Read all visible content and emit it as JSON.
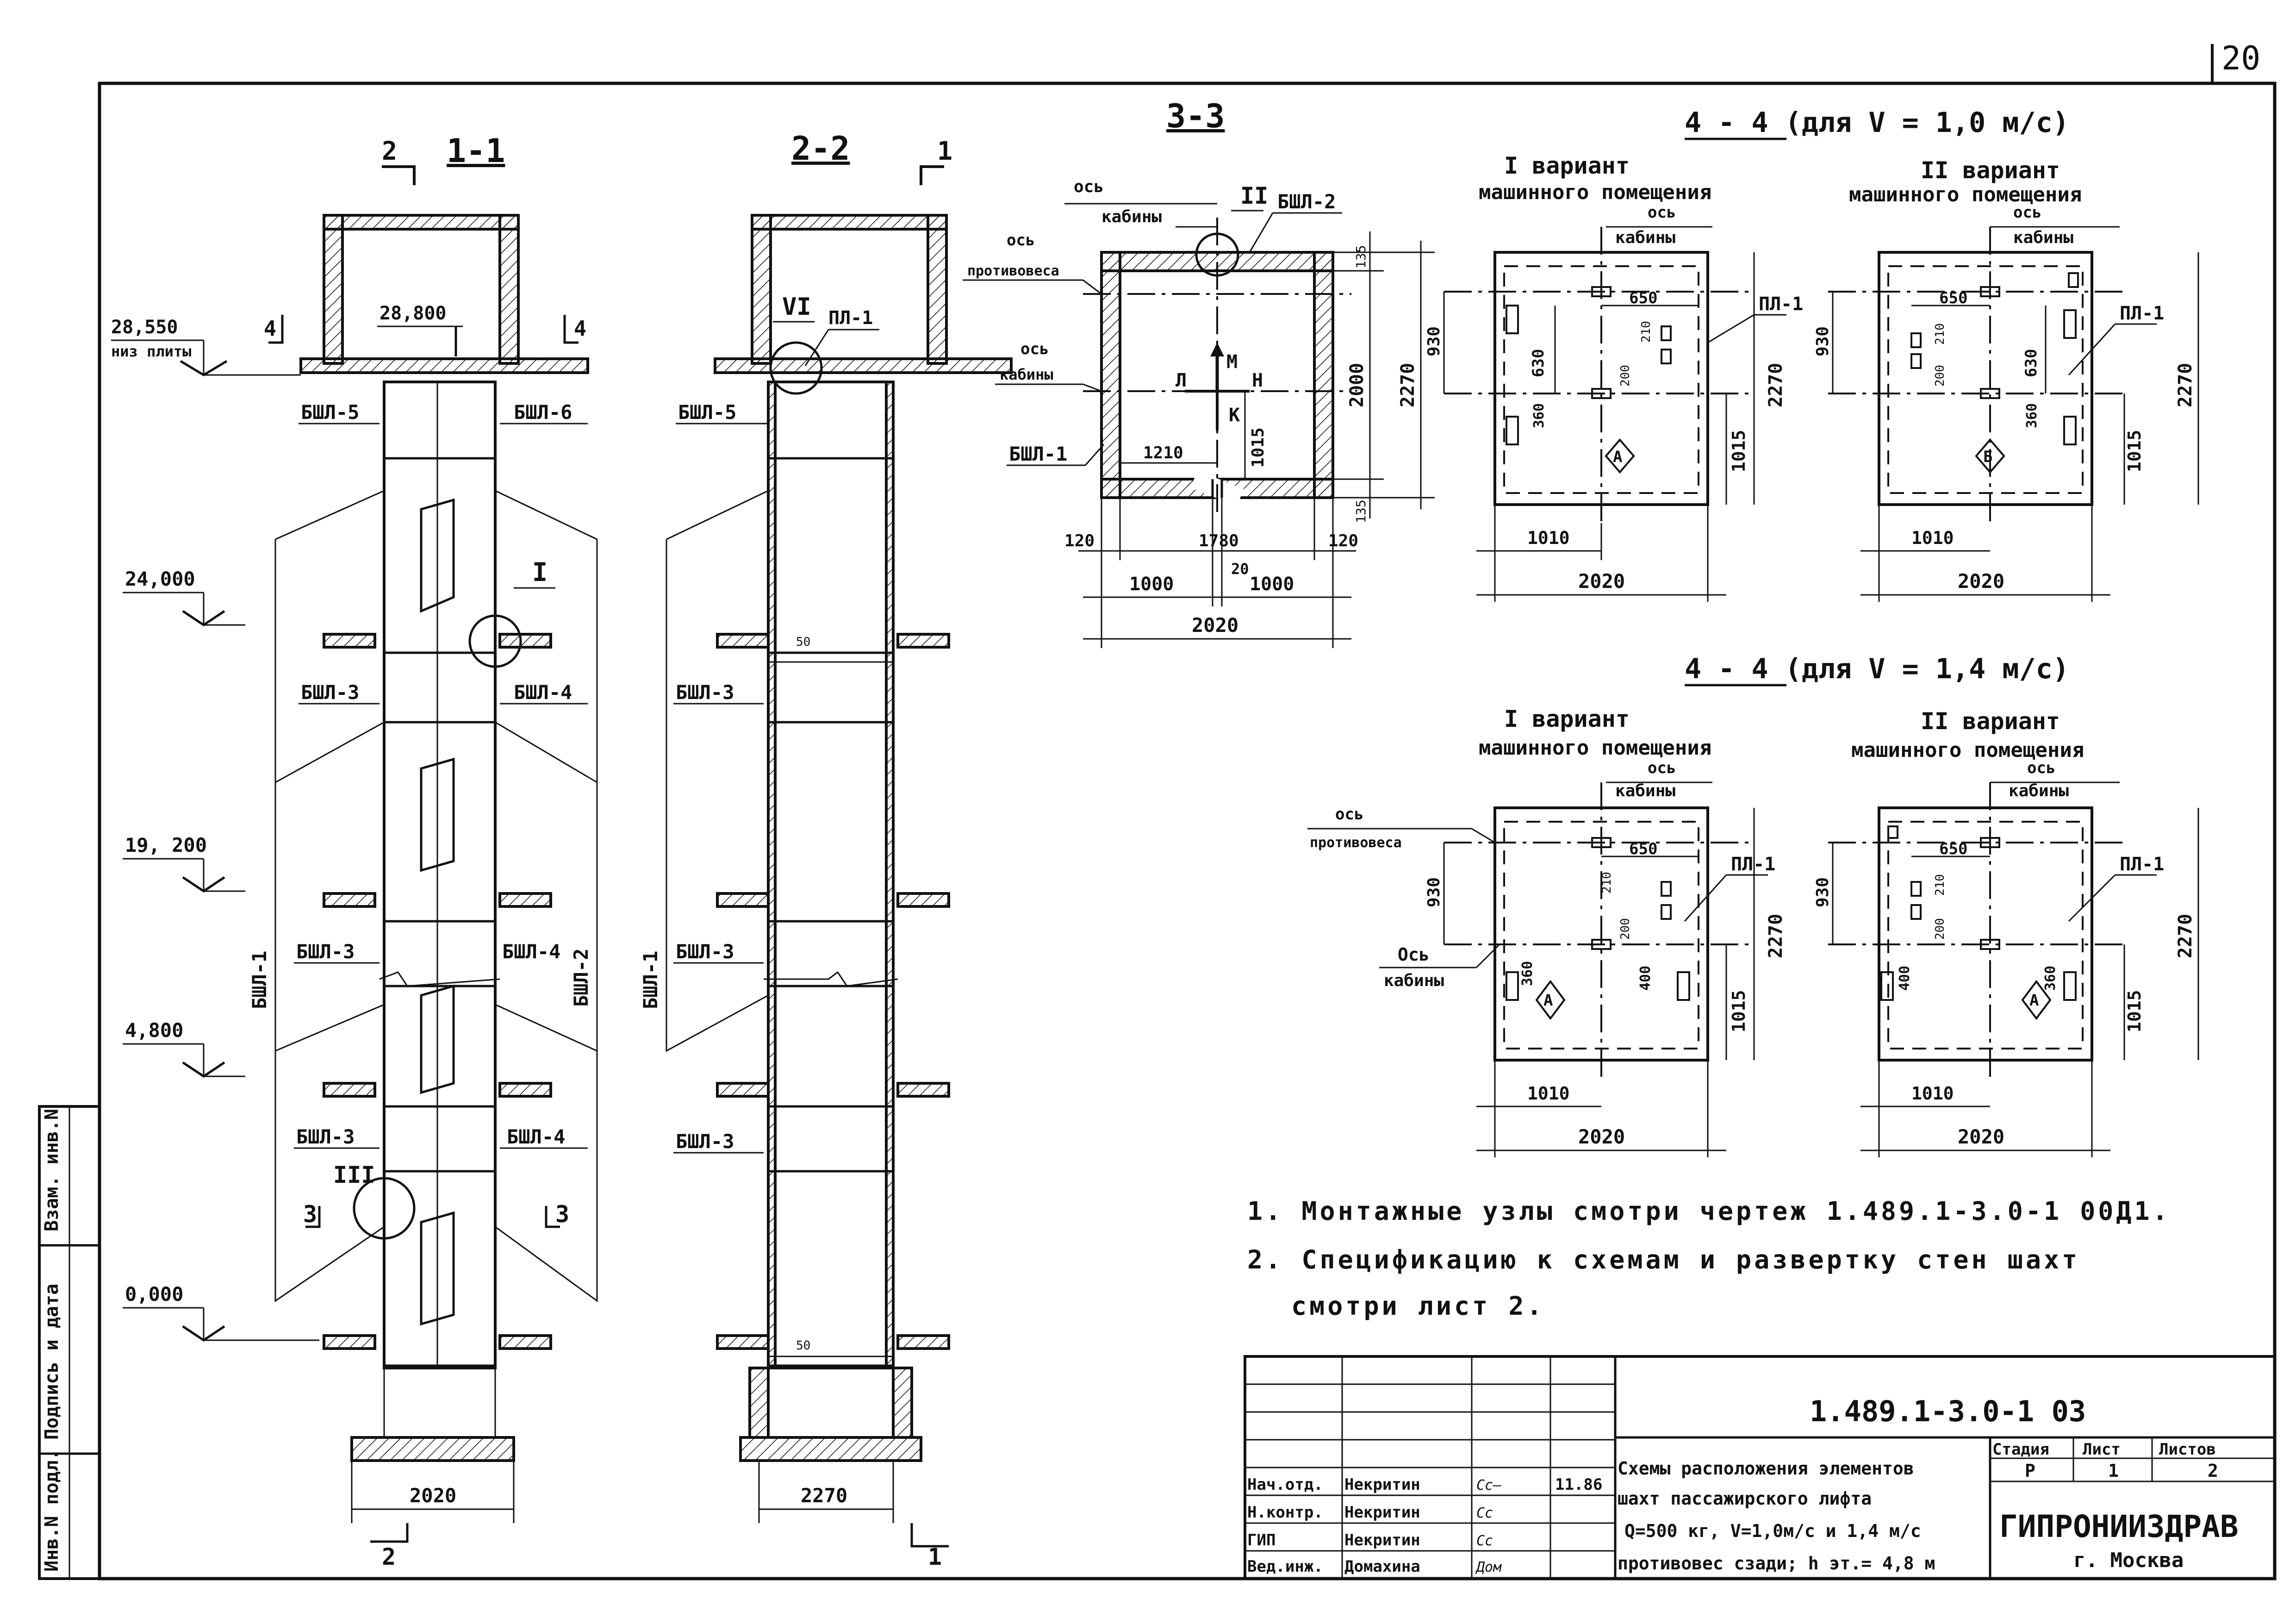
{
  "sheet": {
    "corner_number": "20"
  },
  "section_1_1": {
    "title": "1-1",
    "cut_mark_top": "2",
    "cut_mark_bottom": "2",
    "elev_top": "28,550",
    "elev_top_note": "низ плиты",
    "elev_slab": "28,800",
    "elev_24": "24,000",
    "elev_19": "19, 200",
    "elev_4": "4,800",
    "elev_0": "0,000",
    "mark_4l": "4",
    "mark_4r": "4",
    "mark_3l": "3",
    "mark_3r": "3",
    "label_bshl5": "БШЛ-5",
    "label_bshl6": "БШЛ-6",
    "label_bshl3a": "БШЛ-3",
    "label_bshl4a": "БШЛ-4",
    "label_bshl3b": "БШЛ-3",
    "label_bshl42": "БШЛ-4",
    "label_bshl3c": "БШЛ-3",
    "label_bshl4c": "БШЛ-4",
    "label_bshl1": "БШЛ-1",
    "label_bshl2": "БШЛ-2",
    "node_I": "I",
    "node_III": "III",
    "dim_width": "2020"
  },
  "section_2_2": {
    "title": "2-2",
    "cut_mark_top": "1",
    "cut_mark_bottom": "1",
    "node_VI": "VI",
    "label_pl1": "ПЛ-1",
    "label_bshl5": "БШЛ-5",
    "label_bshl3a": "БШЛ-3",
    "label_bshl3b": "БШЛ-3",
    "label_bshl3c": "БШЛ-3",
    "label_bshl1": "БШЛ-1",
    "dim_50a": "50",
    "dim_50b": "50",
    "dim_width": "2270"
  },
  "section_3_3": {
    "title": "3-3",
    "axis_cabin_top": "ось",
    "axis_cabin_top2": "кабины",
    "node_II": "II",
    "label_bshl2": "БШЛ-2",
    "axis_cw": "ось",
    "axis_cw2": "противовеса",
    "axis_cabin_left": "ось",
    "axis_cabin_left2": "кабины",
    "label_bshl1": "БШЛ-1",
    "dir_M": "М",
    "dir_L": "Л",
    "dir_N": "Н",
    "dir_K": "К",
    "dim_1210": "1210",
    "dim_1015": "1015",
    "dim_2000": "2000",
    "dim_2270": "2270",
    "dim_135a": "135",
    "dim_135b": "135",
    "dim_120a": "120",
    "dim_1780": "1780",
    "dim_120b": "120",
    "dim_1000a": "1000",
    "dim_20": "20",
    "dim_1000b": "1000",
    "dim_2020": "2020"
  },
  "plan_v10": {
    "title": "4 - 4 (для V = 1,0 м/с)",
    "var1_title": "I вариант",
    "var1_sub": "машинного помещения",
    "var2_title": "II вариант",
    "var2_sub": "машинного помещения",
    "axis1": "ось",
    "axis1b": "кабины",
    "axis2": "ось",
    "axis2b": "кабины",
    "pl1a": "ПЛ-1",
    "pl1b": "ПЛ-1",
    "d650a": "650",
    "d630a": "630",
    "d210a": "210",
    "d200a": "200",
    "d360a": "360",
    "d930a": "930",
    "d2270a": "2270",
    "d1015a": "1015",
    "d1010a": "1010",
    "d2020a": "2020",
    "markA": "А",
    "d650b": "650",
    "d630b": "630",
    "d210b": "210",
    "d200b": "200",
    "d360b": "360",
    "d930b": "930",
    "d2270b": "2270",
    "d1015b": "1015",
    "d1010b": "1010",
    "d2020b": "2020",
    "markB": "Б"
  },
  "plan_v14": {
    "title": "4 - 4 (для V = 1,4 м/с)",
    "var1_title": "I вариант",
    "var1_sub": "машинного помещения",
    "var2_title": "II вариант",
    "var2_sub": "машинного помещения",
    "axis1": "ось",
    "axis1b": "кабины",
    "axis2": "ось",
    "axis2b": "кабины",
    "axis_cw": "ось",
    "axis_cw2": "противовеса",
    "axis_cab_left": "Ось",
    "axis_cab_left2": "кабины",
    "pl1a": "ПЛ-1",
    "pl1b": "ПЛ-1",
    "d650a": "650",
    "d210a": "210",
    "d200a": "200",
    "d400a": "400",
    "d360a": "360",
    "d930a": "930",
    "d2270a": "2270",
    "d1015a": "1015",
    "d1010a": "1010",
    "d2020a": "2020",
    "markA": "А",
    "d650b": "650",
    "d210b": "210",
    "d200b": "200",
    "d400b": "400",
    "d360b": "360",
    "d930b": "930",
    "d2270b": "2270",
    "d1015b": "1015",
    "d1010b": "1010",
    "d2020b": "2020",
    "markB": "А"
  },
  "notes": {
    "n1": "1. Монтажные узлы смотри чертеж 1.489.1-3.0-1 00Д1.",
    "n2a": "2. Спецификацию к схемам и развертку стен шахт",
    "n2b": "смотри лист 2."
  },
  "side_stamp": {
    "c1": "Взам. инв.N",
    "c2": "Подпись и дата",
    "c3": "Инв.N подл."
  },
  "title_block": {
    "code": "1.489.1-3.0-1 03",
    "desc1": "Схемы расположения элементов",
    "desc2": "шахт пассажирского лифта",
    "desc3": "Q=500 кг, V=1,0м/с и 1,4 м/с",
    "desc4": "противовес сзади; h эт.= 4,8 м",
    "stage_h": "Стадия",
    "sheet_h": "Лист",
    "sheets_h": "Листов",
    "stage": "Р",
    "sheet": "1",
    "sheets": "2",
    "org": "ГИПРОНИИЗДРАВ",
    "city": "г. Москва",
    "r1role": "Нач.отд.",
    "r1name": "Некритин",
    "r1sig": "Сс—",
    "r1date": "11.86",
    "r2role": "Н.контр.",
    "r2name": "Некритин",
    "r2sig": "Сс",
    "r3role": "ГИП",
    "r3name": "Некритин",
    "r3sig": "Сс",
    "r4role": "Вед.инж.",
    "r4name": "Домахина",
    "r4sig": "Дом"
  }
}
